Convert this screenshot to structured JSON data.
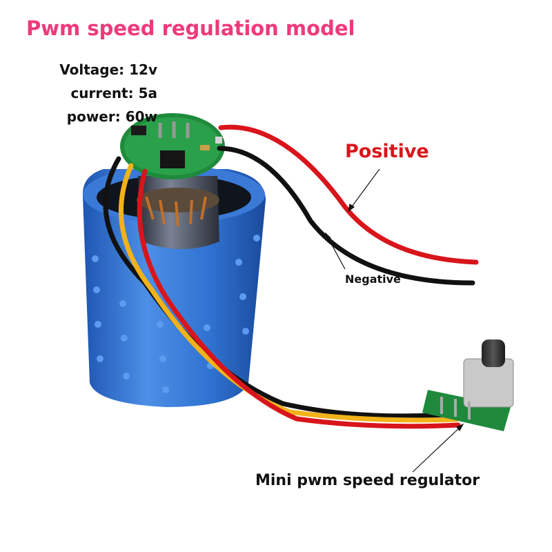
{
  "title": "Pwm speed regulation model",
  "specs": {
    "voltage": "Voltage: 12v",
    "current": "current: 5a",
    "power": "power: 60w"
  },
  "labels": {
    "positive": "Positive",
    "negative": "Negative",
    "regulator": "Mini pwm speed regulator"
  },
  "colors": {
    "title": "#ee3a7a",
    "positive_label": "#d9161c",
    "motor_housing": "#2f72d0",
    "pcb": "#1f8a3c",
    "wire_red": "#d8151b",
    "wire_black": "#111111",
    "wire_yellow": "#f2b21a"
  }
}
